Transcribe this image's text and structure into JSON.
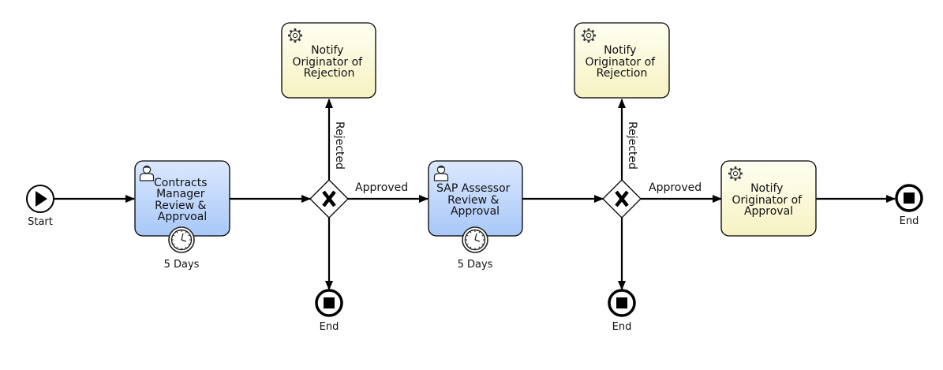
{
  "events": {
    "start": "Start",
    "end_gw1": "End",
    "end_gw2": "End",
    "end_final": "End"
  },
  "tasks": {
    "contracts_manager": [
      "Contracts",
      "Manager",
      "Review &",
      "Apprvoal"
    ],
    "sap_assessor": [
      "SAP Assessor",
      "Review &",
      "Approval"
    ],
    "notify_rejection_1": [
      "Notify",
      "Originator of",
      "Rejection"
    ],
    "notify_rejection_2": [
      "Notify",
      "Originator of",
      "Rejection"
    ],
    "notify_approval": [
      "Notify",
      "Originator of",
      "Approval"
    ]
  },
  "timers": {
    "contracts_manager": "5 Days",
    "sap_assessor": "5 Days"
  },
  "flows": {
    "gw1_rejected": "Rejected",
    "gw1_approved": "Approved",
    "gw2_rejected": "Rejected",
    "gw2_approved": "Approved"
  },
  "colors": {
    "user_task_top": "#dbe8ff",
    "user_task_bottom": "#a8c8f8",
    "service_task_top": "#fffff0",
    "service_task_bottom": "#f7f3c4",
    "stroke": "#000000"
  },
  "icons": {
    "user_task": "user-icon",
    "service_task": "gear-icon",
    "timer": "clock-icon",
    "gateway": "exclusive-gateway-x"
  }
}
